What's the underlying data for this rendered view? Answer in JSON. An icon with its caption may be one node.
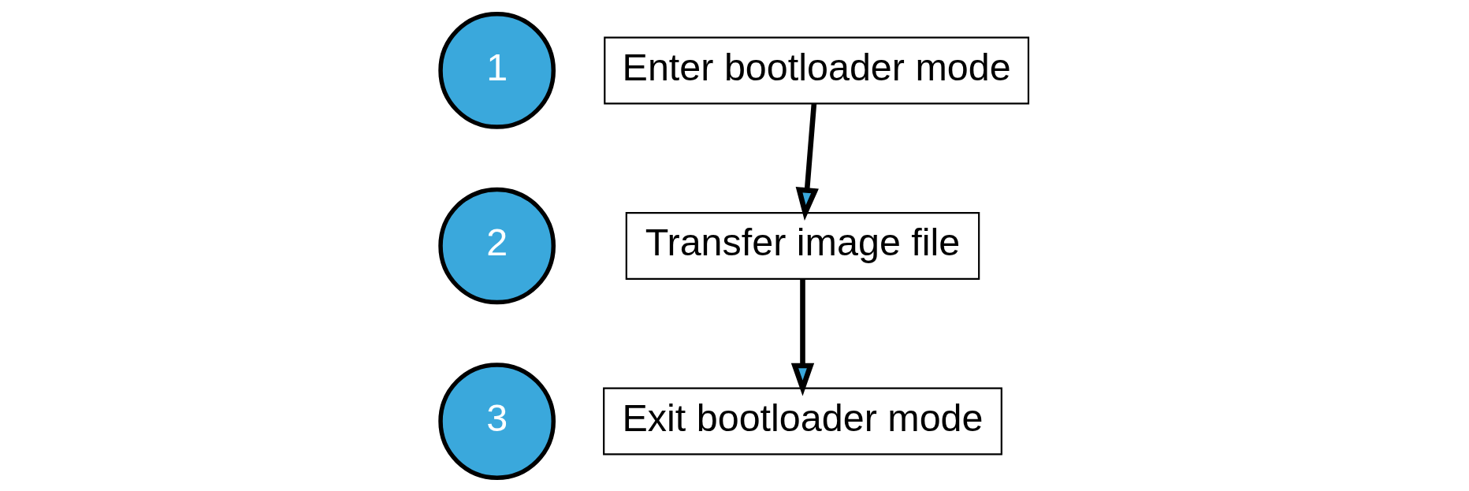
{
  "diagram": {
    "nodes": [
      {
        "text": [
          "1"
        ]
      },
      {
        "text": [
          "Enter bootloader mode"
        ]
      },
      {
        "text": [
          "2"
        ]
      },
      {
        "text": [
          "Transfer image file"
        ]
      },
      {
        "text": [
          "3"
        ]
      },
      {
        "text": [
          "Exit bootloader mode"
        ]
      }
    ],
    "edges": [
      {
        "from": 1,
        "to": 3,
        "arrow": "to"
      },
      {
        "from": 3,
        "to": 5,
        "arrow": "to"
      }
    ]
  }
}
